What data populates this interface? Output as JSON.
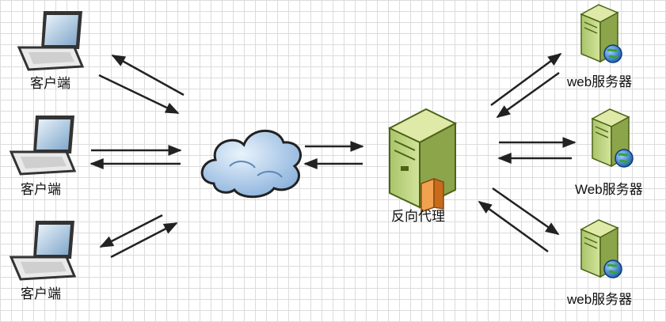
{
  "clients": [
    {
      "label": "客户端",
      "icon": "laptop-icon"
    },
    {
      "label": "客户端",
      "icon": "laptop-icon"
    },
    {
      "label": "客户端",
      "icon": "laptop-icon"
    }
  ],
  "internet": {
    "icon": "cloud-icon"
  },
  "proxy": {
    "label": "反向代理",
    "icon": "server-icon"
  },
  "servers": [
    {
      "label": "web服务器",
      "icon": "server-globe-icon"
    },
    {
      "label": "Web服务器",
      "icon": "server-globe-icon"
    },
    {
      "label": "web服务器",
      "icon": "server-globe-icon"
    }
  ],
  "colors": {
    "server_body": "#c3d783",
    "server_dark": "#6f8a2c",
    "cloud": "#9ec1e6",
    "arrow": "#222222",
    "grid": "#dcdcdc",
    "proxy_door": "#e8862e"
  }
}
